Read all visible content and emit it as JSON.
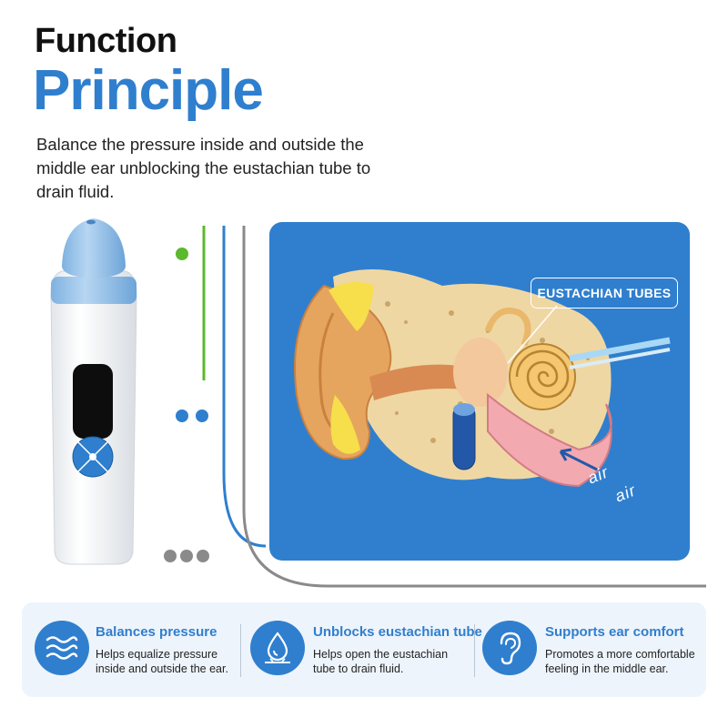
{
  "header": {
    "title_line1": "Function",
    "title_line2": "Principle",
    "subtitle": "Balance the pressure inside and outside the middle ear unblocking the eustachian tube to drain fluid."
  },
  "diagram": {
    "callout": "EUSTACHIAN TUBES",
    "air_label_1": "air",
    "air_label_2": "air"
  },
  "features": [
    {
      "icon": "waves-icon",
      "title": "Balances pressure",
      "description": "Helps equalize pressure inside and outside the ear."
    },
    {
      "icon": "drop-icon",
      "title": "Unblocks eustachian tube",
      "description": "Helps open the eustachian tube to drain fluid."
    },
    {
      "icon": "ear-icon",
      "title": "Supports ear comfort",
      "description": "Promotes a more comfortable feeling in the middle ear."
    }
  ],
  "colors": {
    "accent_blue": "#2f7fce",
    "accent_green": "#5cb82e",
    "gray": "#8a8a8a",
    "panel_bg": "#eef4fb"
  }
}
